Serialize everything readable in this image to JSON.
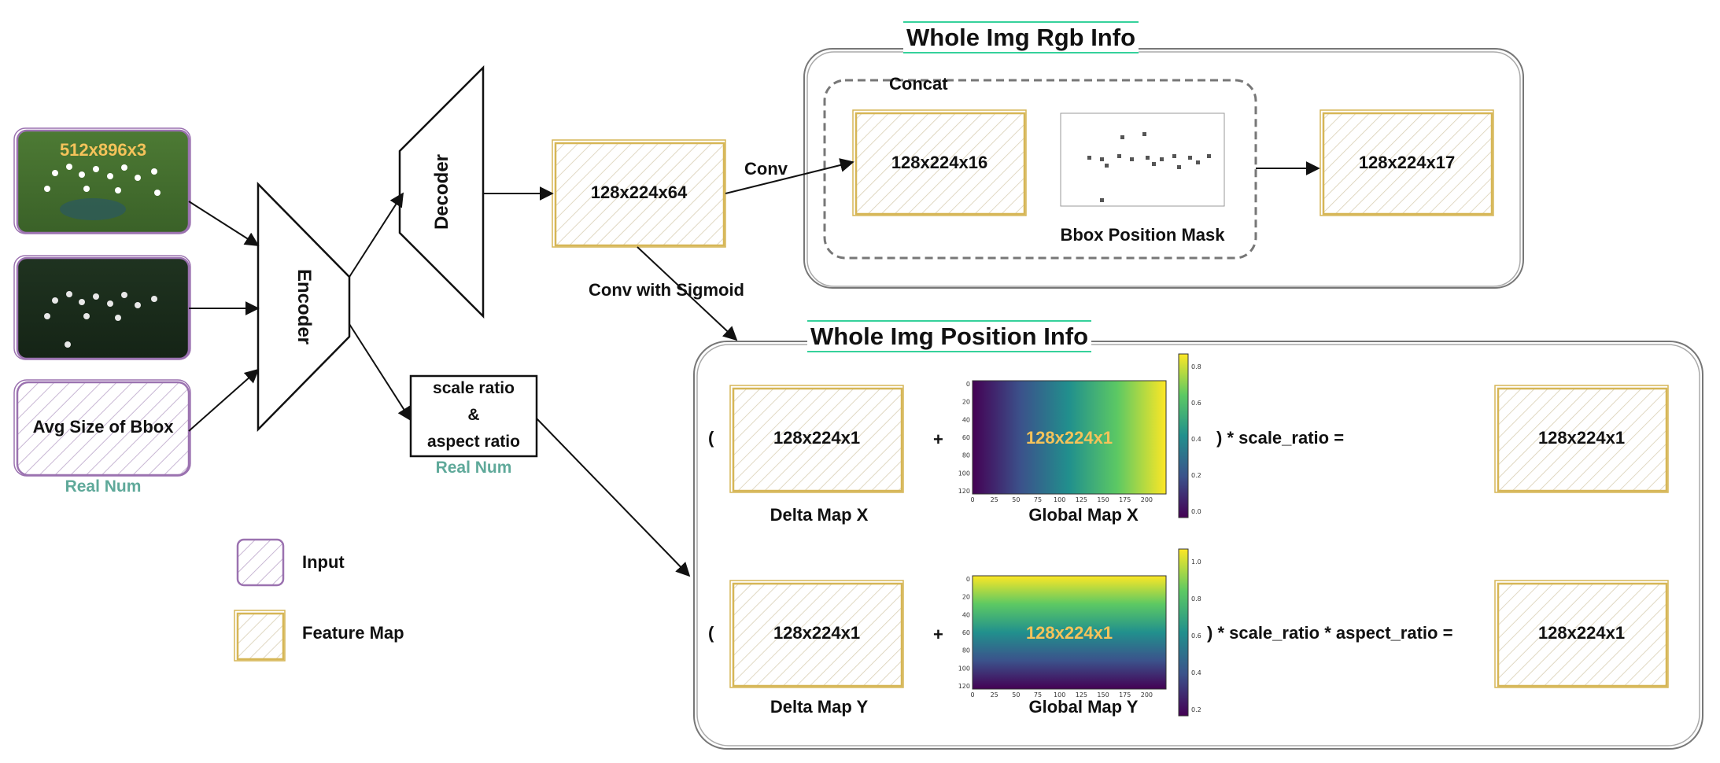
{
  "inputs": {
    "image_size_label": "512x896x3",
    "avg_bbox_label": "Avg Size of Bbox",
    "real_num_label": "Real Num"
  },
  "network": {
    "encoder_label": "Encoder",
    "decoder_label": "Decoder",
    "feature_main_label": "128x224x64",
    "conv_label": "Conv",
    "conv_sigmoid_label": "Conv with Sigmoid"
  },
  "scale_box": {
    "line1": "scale ratio",
    "line2": "&",
    "line3": "aspect ratio",
    "real_num_label": "Real Num"
  },
  "rgb_panel": {
    "title": "Whole Img Rgb Info",
    "concat_label": "Concat",
    "feature_in_label": "128x224x16",
    "mask_label": "Bbox Position Mask",
    "feature_out_label": "128x224x17"
  },
  "position_panel": {
    "title": "Whole Img Position Info",
    "row_x": {
      "open_paren": "(",
      "delta_feature": "128x224x1",
      "delta_caption": "Delta Map X",
      "plus": "+",
      "global_feature": "128x224x1",
      "global_caption": "Global Map X",
      "equation": ") * scale_ratio =",
      "result_feature": "128x224x1"
    },
    "row_y": {
      "open_paren": "(",
      "delta_feature": "128x224x1",
      "delta_caption": "Delta Map Y",
      "plus": "+",
      "global_feature": "128x224x1",
      "global_caption": "Global Map Y",
      "equation": ") * scale_ratio * aspect_ratio =",
      "result_feature": "128x224x1"
    }
  },
  "legend": {
    "input_label": "Input",
    "feature_label": "Feature Map"
  },
  "heatmap_x": {
    "x_ticks": [
      "0",
      "25",
      "50",
      "75",
      "100",
      "125",
      "150",
      "175",
      "200"
    ],
    "y_ticks": [
      "0",
      "20",
      "40",
      "60",
      "80",
      "100",
      "120"
    ],
    "colorbar_ticks": [
      "0.8",
      "0.6",
      "0.4",
      "0.2",
      "0.0"
    ]
  },
  "heatmap_y": {
    "x_ticks": [
      "0",
      "25",
      "50",
      "75",
      "100",
      "125",
      "150",
      "175",
      "200"
    ],
    "y_ticks": [
      "0",
      "20",
      "40",
      "60",
      "80",
      "100",
      "120"
    ],
    "colorbar_ticks": [
      "1.0",
      "0.8",
      "0.6",
      "0.4",
      "0.2"
    ]
  },
  "colors": {
    "input_border": "#9b72b0",
    "feature_border": "#d6b656",
    "accent_teal": "#5fa99a",
    "accent_gold": "#f5c35a",
    "title_underline": "#35d19b"
  }
}
